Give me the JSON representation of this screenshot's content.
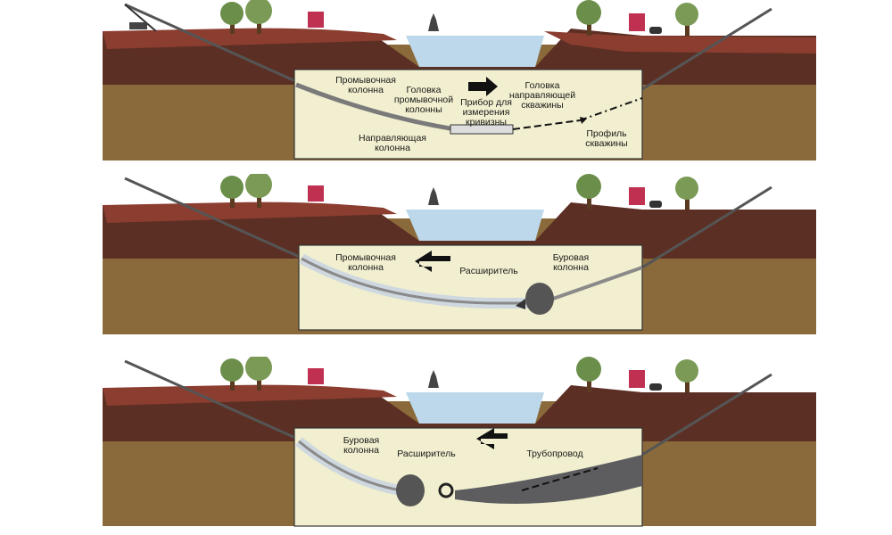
{
  "panels": [
    {
      "id": "pilot",
      "labels": {
        "wash_string": [
          "Промывочная",
          "колонна"
        ],
        "wash_head": [
          "Головка",
          "промывочной",
          "колонны"
        ],
        "curve_device": [
          "Прибор для",
          "измерения",
          "кривизны"
        ],
        "pilot_head": [
          "Головка",
          "направляющей",
          "скважины"
        ],
        "pilot_string": [
          "Направляющая",
          "колонна"
        ],
        "bore_profile": [
          "Профиль",
          "скважины"
        ]
      }
    },
    {
      "id": "ream",
      "labels": {
        "wash_string": [
          "Промывочная",
          "колонна"
        ],
        "reamer": [
          "Расширитель"
        ],
        "drill_string": [
          "Буровая",
          "колонна"
        ]
      }
    },
    {
      "id": "pullback",
      "labels": {
        "drill_string": [
          "Буровая",
          "колонна"
        ],
        "reamer": [
          "Расширитель"
        ],
        "pipeline": [
          "Трубопровод"
        ]
      }
    }
  ],
  "colors": {
    "soil_top": "#7a3b2e",
    "soil_mid": "#5c2f24",
    "ground_deep": "#8a6a3a",
    "box_fill": "#f1efcf",
    "water": "#bcd8ea",
    "pipe": "#5d5d60"
  }
}
